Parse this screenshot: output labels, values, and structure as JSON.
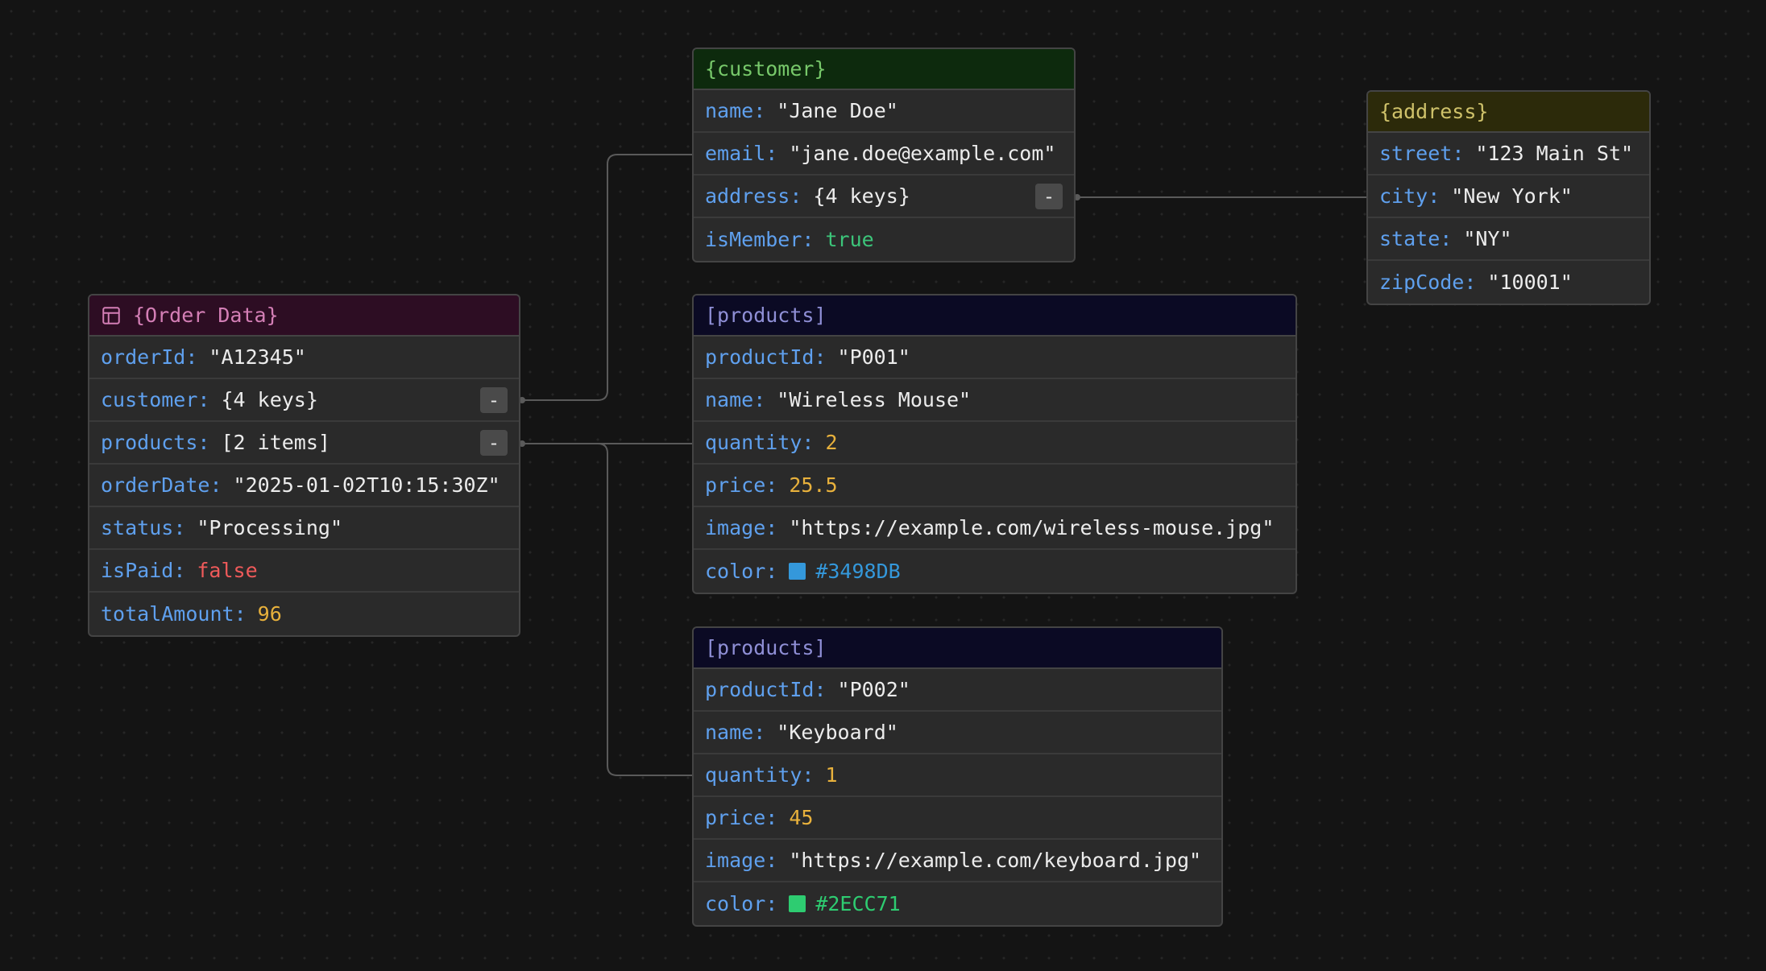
{
  "colors": {
    "key": "#5fa0ee",
    "string": "#ececec",
    "number": "#e8b13c",
    "true": "#3cc57a",
    "false": "#ef5a5a",
    "edge": "#5a5a5a"
  },
  "nodes": {
    "order": {
      "title": "{Order Data}",
      "icon": "table-icon",
      "header_bg": "#2d0d23",
      "header_fg": "#d47fb6",
      "rows": [
        {
          "key": "orderId",
          "value": "\"A12345\"",
          "type": "string"
        },
        {
          "key": "customer",
          "value": "{4 keys}",
          "type": "object",
          "toggle": "-"
        },
        {
          "key": "products",
          "value": "[2 items]",
          "type": "object",
          "toggle": "-"
        },
        {
          "key": "orderDate",
          "value": "\"2025-01-02T10:15:30Z\"",
          "type": "string"
        },
        {
          "key": "status",
          "value": "\"Processing\"",
          "type": "string"
        },
        {
          "key": "isPaid",
          "value": "false",
          "type": "false"
        },
        {
          "key": "totalAmount",
          "value": "96",
          "type": "number"
        }
      ]
    },
    "customer": {
      "title": "{customer}",
      "header_bg": "#0d2a0d",
      "header_fg": "#77c86a",
      "rows": [
        {
          "key": "name",
          "value": "\"Jane Doe\"",
          "type": "string"
        },
        {
          "key": "email",
          "value": "\"jane.doe@example.com\"",
          "type": "string"
        },
        {
          "key": "address",
          "value": "{4 keys}",
          "type": "object",
          "toggle": "-"
        },
        {
          "key": "isMember",
          "value": "true",
          "type": "true"
        }
      ]
    },
    "address": {
      "title": "{address}",
      "header_bg": "#2c2a0a",
      "header_fg": "#cfc26a",
      "rows": [
        {
          "key": "street",
          "value": "\"123 Main St\"",
          "type": "string"
        },
        {
          "key": "city",
          "value": "\"New York\"",
          "type": "string"
        },
        {
          "key": "state",
          "value": "\"NY\"",
          "type": "string"
        },
        {
          "key": "zipCode",
          "value": "\"10001\"",
          "type": "string"
        }
      ]
    },
    "product1": {
      "title": "[products]",
      "header_bg": "#0b0a24",
      "header_fg": "#8f8fd6",
      "rows": [
        {
          "key": "productId",
          "value": "\"P001\"",
          "type": "string"
        },
        {
          "key": "name",
          "value": "\"Wireless Mouse\"",
          "type": "string"
        },
        {
          "key": "quantity",
          "value": "2",
          "type": "number"
        },
        {
          "key": "price",
          "value": "25.5",
          "type": "number"
        },
        {
          "key": "image",
          "value": "\"https://example.com/wireless-mouse.jpg\"",
          "type": "string"
        },
        {
          "key": "color",
          "value": "#3498DB",
          "type": "color",
          "swatch": "#3498DB"
        }
      ]
    },
    "product2": {
      "title": "[products]",
      "header_bg": "#0b0a24",
      "header_fg": "#8f8fd6",
      "rows": [
        {
          "key": "productId",
          "value": "\"P002\"",
          "type": "string"
        },
        {
          "key": "name",
          "value": "\"Keyboard\"",
          "type": "string"
        },
        {
          "key": "quantity",
          "value": "1",
          "type": "number"
        },
        {
          "key": "price",
          "value": "45",
          "type": "number"
        },
        {
          "key": "image",
          "value": "\"https://example.com/keyboard.jpg\"",
          "type": "string"
        },
        {
          "key": "color",
          "value": "#2ECC71",
          "type": "color",
          "swatch": "#2ECC71"
        }
      ]
    }
  }
}
